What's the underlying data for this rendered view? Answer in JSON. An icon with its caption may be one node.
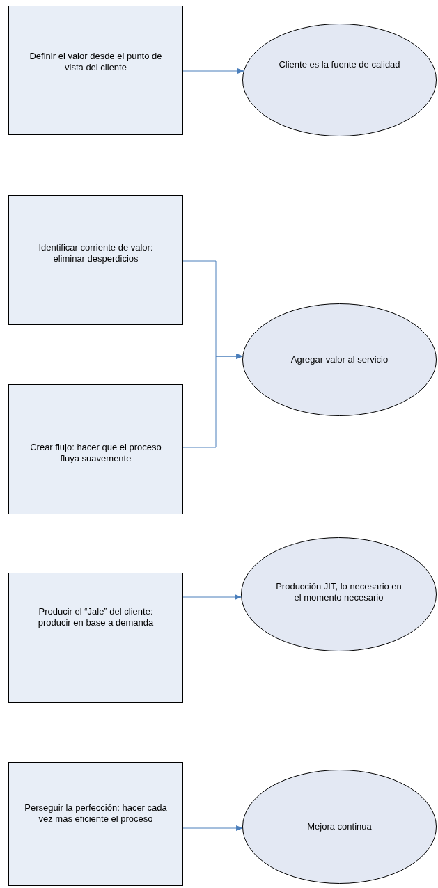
{
  "diagram": {
    "nodes": [
      {
        "text": [
          "Definir el valor desde el punto de vista del cliente"
        ]
      },
      {
        "text": [
          "Cliente es la fuente de calidad"
        ]
      },
      {
        "text": [
          "Identificar corriente de valor: eliminar desperdicios"
        ]
      },
      {
        "text": [
          "Crear flujo: hacer que el proceso fluya suavemente"
        ]
      },
      {
        "text": [
          "Agregar valor al servicio"
        ]
      },
      {
        "text": [
          "Producir el “Jale” del cliente: producir en base a demanda"
        ]
      },
      {
        "text": [
          "Producción JIT, lo necesario en el momento necesario"
        ]
      },
      {
        "text": [
          "Perseguir la perfección: hacer cada vez mas eficiente el proceso"
        ]
      },
      {
        "text": [
          "Mejora continua"
        ]
      }
    ],
    "edges": [
      {
        "from": 0,
        "to": 1,
        "arrow": "to"
      },
      {
        "from": 2,
        "to": 4,
        "arrow": "to"
      },
      {
        "from": 3,
        "to": 4,
        "arrow": "to"
      },
      {
        "from": 5,
        "to": 6,
        "arrow": "to"
      },
      {
        "from": 7,
        "to": 8,
        "arrow": "to"
      }
    ]
  }
}
